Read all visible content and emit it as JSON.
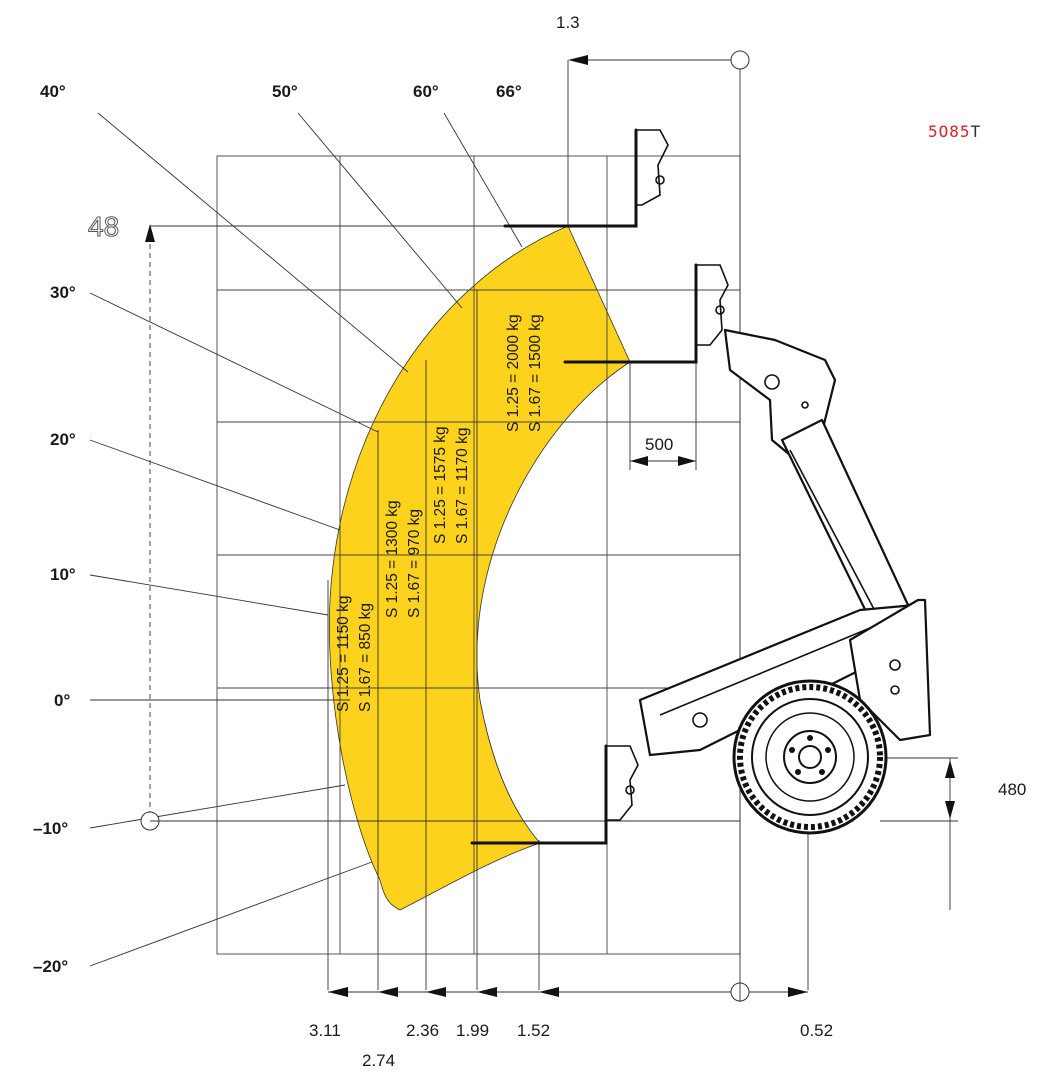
{
  "model": {
    "label_part1": "5O85",
    "label_part2": "T",
    "color1": "#e0202a",
    "color2": "#333333"
  },
  "angles": [
    "40°",
    "50°",
    "60°",
    "66°",
    "30°",
    "20°",
    "10°",
    "0°",
    "–10°",
    "–20°"
  ],
  "max_height_label": "48",
  "top_dimension": "1.3",
  "load_center_dimension": "500",
  "wheel_dimension": "480",
  "reach_dimensions": [
    "3.11",
    "2.74",
    "2.36",
    "1.99",
    "1.52",
    "0.52"
  ],
  "capacity_zones": [
    {
      "line1": "S 1.25 = 1150 kg",
      "line2": "S 1.67 = 850 kg"
    },
    {
      "line1": "S 1.25 = 1300 kg",
      "line2": "S 1.67 = 970 kg"
    },
    {
      "line1": "S 1.25 = 1575 kg",
      "line2": "S 1.67 = 1170 kg"
    },
    {
      "line1": "S 1.25 = 2000 kg",
      "line2": "S 1.67 = 1500 kg"
    }
  ],
  "colors": {
    "zone_fill": "#fcd21c",
    "line": "#333333"
  }
}
